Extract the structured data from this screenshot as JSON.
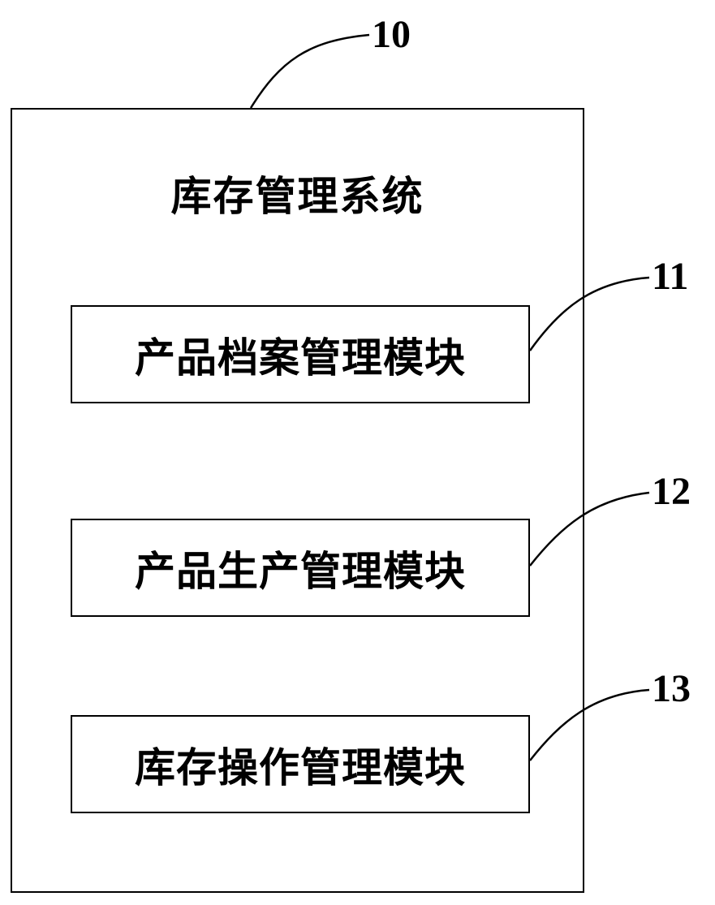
{
  "system": {
    "title": "库存管理系统",
    "ref": "10"
  },
  "modules": [
    {
      "label": "产品档案管理模块",
      "ref": "11"
    },
    {
      "label": "产品生产管理模块",
      "ref": "12"
    },
    {
      "label": "库存操作管理模块",
      "ref": "13"
    }
  ]
}
